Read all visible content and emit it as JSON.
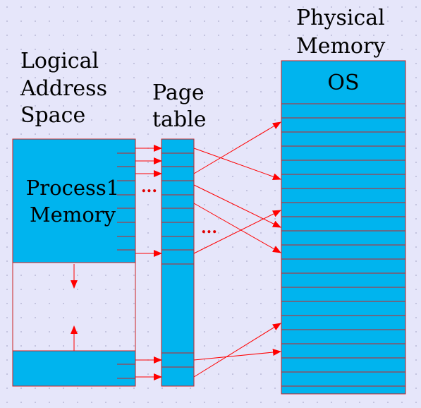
{
  "labels": {
    "logical": [
      "Logical",
      "Address",
      "Space"
    ],
    "page_table": [
      "Page",
      "table"
    ],
    "physical": [
      "Physical",
      "Memory"
    ],
    "process": [
      "Process1",
      "Memory"
    ],
    "os": "OS",
    "ellipsis_a": "...",
    "ellipsis_b": "..."
  },
  "colors": {
    "block": "#00b4ee",
    "line": "#cc2222",
    "arrow": "#ff0000",
    "background": "#e6e6fa"
  }
}
